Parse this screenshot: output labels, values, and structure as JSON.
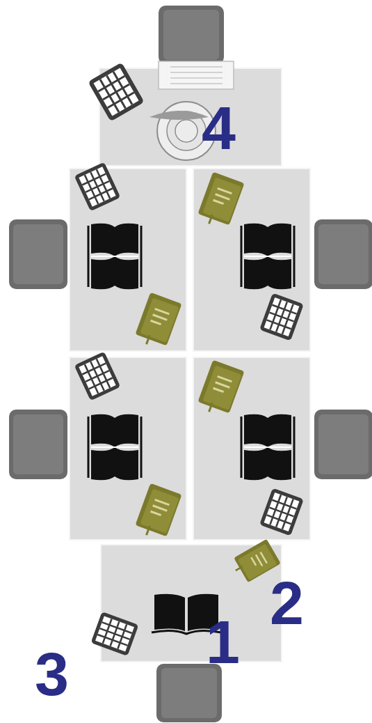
{
  "diagram": {
    "labels": [
      "4",
      "2",
      "1",
      "3"
    ]
  }
}
